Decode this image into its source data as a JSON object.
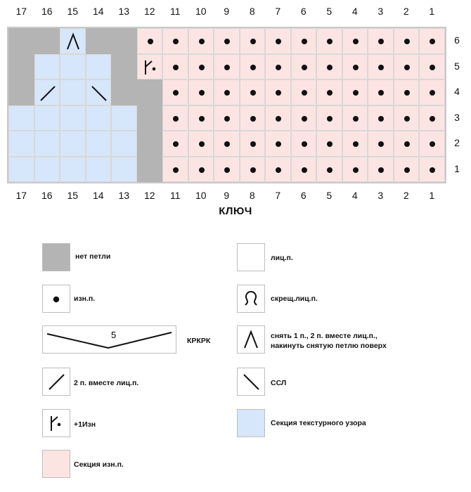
{
  "colors": {
    "no_stitch": "#b4b4b4",
    "texture": "#d6e6fb",
    "purl_section": "#fce4e2",
    "grid_border": "#c9c9c9",
    "symbol": "#111111"
  },
  "chart": {
    "columns": [
      "17",
      "16",
      "15",
      "14",
      "13",
      "12",
      "11",
      "10",
      "9",
      "8",
      "7",
      "6",
      "5",
      "4",
      "3",
      "2",
      "1"
    ],
    "rows": [
      {
        "label": "6",
        "cells": [
          "gray",
          "gray",
          "blue:sk2p",
          "gray",
          "gray",
          "pink:purl",
          "pink:purl",
          "pink:purl",
          "pink:purl",
          "pink:purl",
          "pink:purl",
          "pink:purl",
          "pink:purl",
          "pink:purl",
          "pink:purl",
          "pink:purl",
          "pink:purl"
        ]
      },
      {
        "label": "5",
        "cells": [
          "gray",
          "blue",
          "blue",
          "blue",
          "gray",
          "pink:m1p",
          "pink:purl",
          "pink:purl",
          "pink:purl",
          "pink:purl",
          "pink:purl",
          "pink:purl",
          "pink:purl",
          "pink:purl",
          "pink:purl",
          "pink:purl",
          "pink:purl"
        ]
      },
      {
        "label": "4",
        "cells": [
          "gray",
          "blue:k2tog",
          "blue",
          "blue:ssk",
          "gray",
          "gray",
          "pink:purl",
          "pink:purl",
          "pink:purl",
          "pink:purl",
          "pink:purl",
          "pink:purl",
          "pink:purl",
          "pink:purl",
          "pink:purl",
          "pink:purl",
          "pink:purl"
        ]
      },
      {
        "label": "3",
        "cells": [
          "blue",
          "blue",
          "blue",
          "blue",
          "blue",
          "gray",
          "pink:purl",
          "pink:purl",
          "pink:purl",
          "pink:purl",
          "pink:purl",
          "pink:purl",
          "pink:purl",
          "pink:purl",
          "pink:purl",
          "pink:purl",
          "pink:purl"
        ]
      },
      {
        "label": "2",
        "cells": [
          "blue",
          "blue",
          "blue",
          "blue",
          "blue",
          "gray",
          "pink:purl",
          "pink:purl",
          "pink:purl",
          "pink:purl",
          "pink:purl",
          "pink:purl",
          "pink:purl",
          "pink:purl",
          "pink:purl",
          "pink:purl",
          "pink:purl"
        ]
      },
      {
        "label": "1",
        "cells": [
          "blue",
          "blue",
          "blue",
          "blue",
          "blue",
          "gray",
          "pink:purl",
          "pink:purl",
          "pink:purl",
          "pink:purl",
          "pink:purl",
          "pink:purl",
          "pink:purl",
          "pink:purl",
          "pink:purl",
          "pink:purl",
          "pink:purl"
        ]
      }
    ]
  },
  "key": {
    "title": "КЛЮЧ",
    "no_stitch": {
      "icon": "gray-swatch-icon",
      "label": "нет петли"
    },
    "knit": {
      "icon": "blank-swatch-icon",
      "label": "лиц.п."
    },
    "purl": {
      "icon": "dot-icon",
      "label": "изн.п."
    },
    "twisted_knit": {
      "icon": "twisted-loop-icon",
      "label": "скрещ.лиц.п."
    },
    "cable": {
      "icon": "cable-icon",
      "number": "5",
      "label": "КРКРК"
    },
    "sk2p": {
      "icon": "caret-icon",
      "label_line1": "снять 1 п., 2 п. вместе лиц.п.,",
      "label_line2": "накинуть снятую петлю поверх"
    },
    "k2tog": {
      "icon": "slash-right-icon",
      "label": "2 п. вместе лиц.п."
    },
    "ssk": {
      "icon": "slash-left-icon",
      "label": "ССЛ"
    },
    "m1p": {
      "icon": "m1p-icon",
      "label": "+1Изн"
    },
    "texture_section": {
      "icon": "blue-swatch-icon",
      "label": "Секция текстурного узора"
    },
    "purl_section": {
      "icon": "pink-swatch-icon",
      "label": "Секция изн.п."
    }
  }
}
